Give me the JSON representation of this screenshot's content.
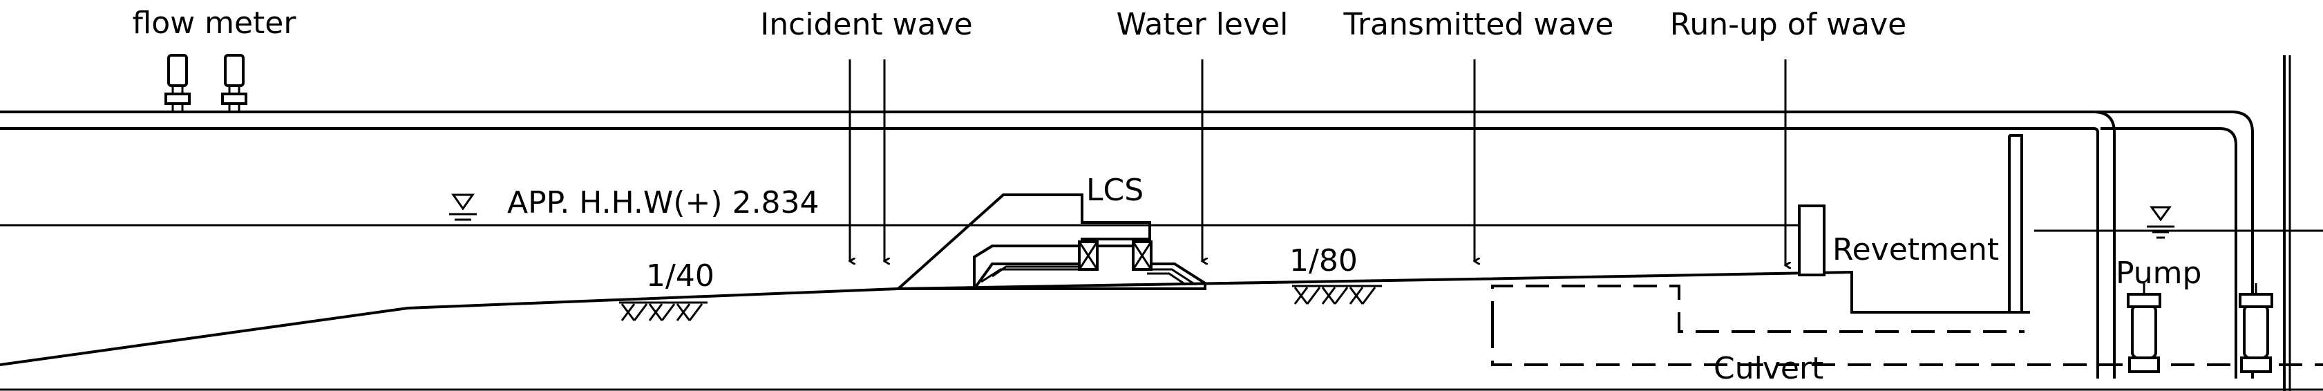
{
  "labels": {
    "flow_meter": "flow meter",
    "incident_wave": "Incident wave",
    "water_level": "Water level",
    "transmitted_wave": "Transmitted wave",
    "run_up": "Run-up of wave",
    "hhw": "APP. H.H.W(+) 2.834",
    "lcs": "LCS",
    "slope_left": "1/40",
    "slope_right": "1/80",
    "revetment": "Revetment",
    "pump": "Pump",
    "culvert": "Culvert"
  }
}
